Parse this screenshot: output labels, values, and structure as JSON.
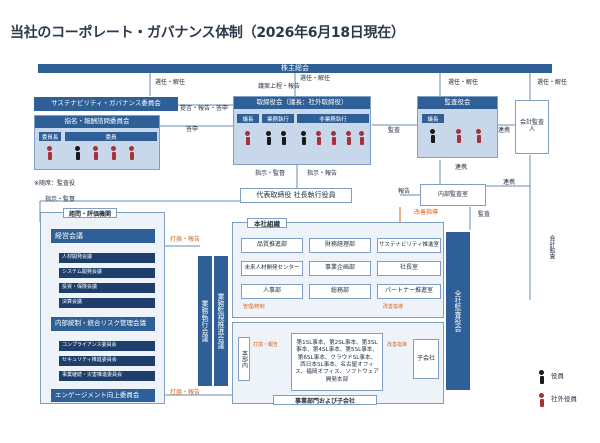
{
  "title": "当社のコーポレート・ガバナンス体制（2026年6月18日現在）",
  "shareholders": "株主総会",
  "board": {
    "title": "取締役会（議長：社外取締役）",
    "cols": [
      "議長",
      "業務執行",
      "非業務執行"
    ]
  },
  "audit_board": {
    "title": "監査役会",
    "cols": [
      "議長"
    ]
  },
  "sustain_committee": "サステナビリティ・ガバナンス委員会",
  "nomination": {
    "title": "指名・報酬諮問委員会",
    "cols": [
      "委員長",
      "委員"
    ]
  },
  "accounting_auditor": "会計監査人",
  "president": "代表取締役 社長執行役員",
  "internal_audit": "内部監査室",
  "advisory": {
    "title": "諮問・評価機関",
    "exec_meeting": "経営会議",
    "exec_sub": [
      "人材開発会議",
      "システム開発会議",
      "投資・保険会議",
      "決算会議"
    ],
    "risk_meeting": "内部統制・統合リスク管理会議",
    "risk_sub": [
      "コンプライアンス委員会",
      "セキュリティ推進委員会",
      "事業継続・災害推進委員会"
    ],
    "engagement": "エンゲージメント向上委員会"
  },
  "strategy_meeting": "業務執行会議",
  "management_meeting": "業務監視推進会議",
  "hq": {
    "title": "本社組織",
    "depts": [
      "品質推進部",
      "財務経理部",
      "サステナビリティ推進室",
      "未来人材開発センター",
      "事業企画部",
      "社長室",
      "人事部",
      "総務部",
      "パートナー推進室"
    ]
  },
  "business": {
    "title": "事業部門および子会社",
    "internal_ctrl": "本部内",
    "units": "第1SL事本、第2SL事本、第3SL事本、第4SL事本、第5SL事本、第6SL事本、クラウドSL事本、西日本SL事本、名古屋オフィス、福岡オフィス、ソフトウェア開発本部",
    "subsidiary": "子会社"
  },
  "all_audit": "全社監査役会",
  "connectors": {
    "elect_dismiss": "選任・解任",
    "propose": "議案上程・報告",
    "consult": "提言・報告・答申",
    "advise": "答申",
    "audit": "監査",
    "cooperate": "連携",
    "report": "報告",
    "instruct": "指示・監督",
    "instruct2": "指示・監督",
    "direct_report": "指示・報告",
    "dismiss": "打換・報告",
    "dismiss2": "打換・報告",
    "improve": "改善指導",
    "dispatch": "改善指導",
    "dept_mgmt": "管理/統制",
    "meeting_report": "打換・報告",
    "accounting_audit": "会計監査"
  },
  "note_outside": "※随席：監査役",
  "legend": {
    "officer": "役員",
    "outside_officer": "社外役員"
  },
  "colors": {
    "navy": "#2e5f96",
    "light": "#c8d8ea",
    "orange": "#d9641c",
    "outside": "#a8323a"
  }
}
